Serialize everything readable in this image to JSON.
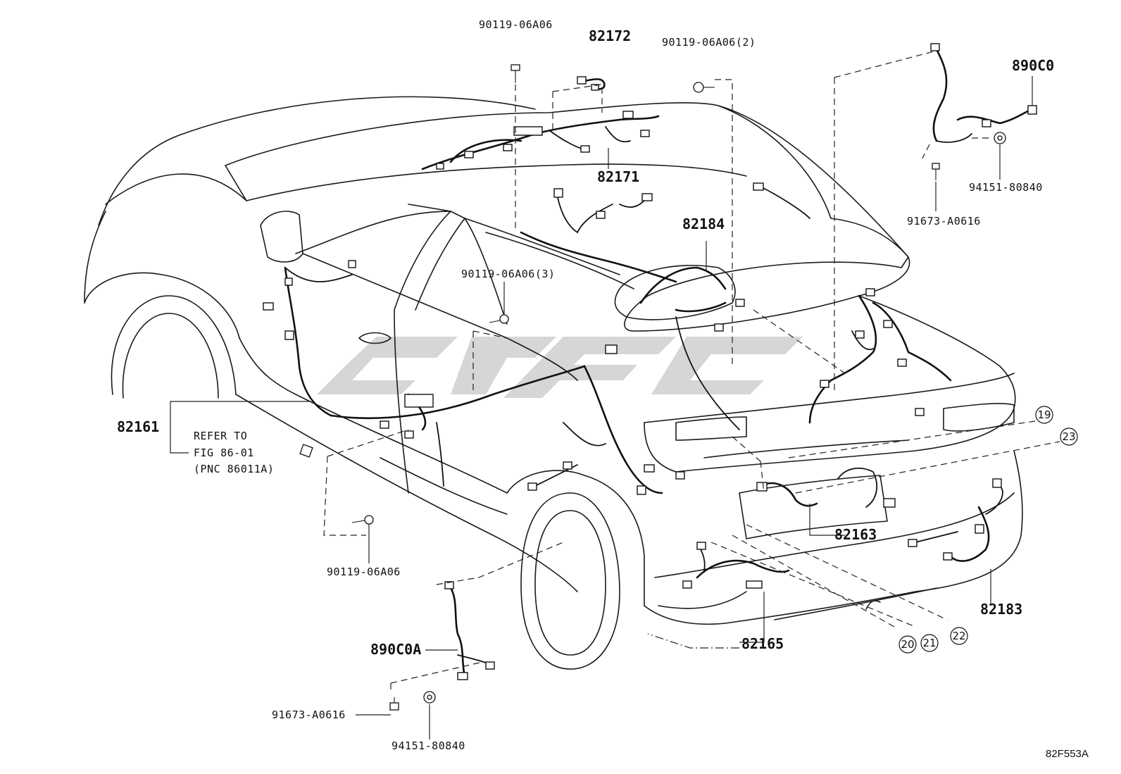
{
  "diagram_code": "82F553A",
  "reference_note": {
    "line1": "REFER TO",
    "line2": "FIG 86-01",
    "line3": "(PNC 86011A)"
  },
  "parts": {
    "p90119_top": "90119-06A06",
    "p82172": "82172",
    "p90119_2": "90119-06A06(2)",
    "p890C0": "890C0",
    "p82171": "82171",
    "p94151_top": "94151-80840",
    "p91673_top": "91673-A0616",
    "p82184": "82184",
    "p90119_3": "90119-06A06(3)",
    "p82161": "82161",
    "p90119_bottom": "90119-06A06",
    "p82163": "82163",
    "p82183": "82183",
    "p82165": "82165",
    "p890C0A": "890C0A",
    "p91673_bottom": "91673-A0616",
    "p94151_bottom": "94151-80840"
  },
  "ref_circles": {
    "r19": "19",
    "r20": "20",
    "r21": "21",
    "r22": "22",
    "r23": "23"
  }
}
